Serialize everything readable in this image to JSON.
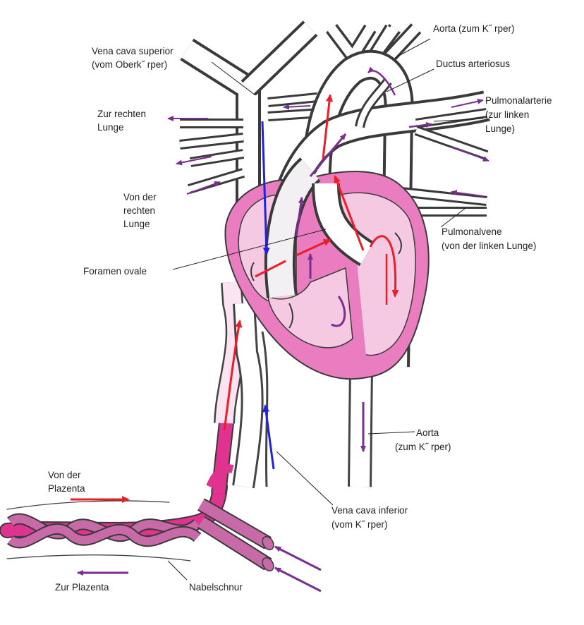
{
  "labels": {
    "vena_cava_superior": [
      "Vena cava superior",
      "(vom Oberk˝ rper)"
    ],
    "zur_rechten_lunge": [
      "Zur rechten",
      "Lunge"
    ],
    "von_der_rechten_lunge": [
      "Von der",
      "rechten",
      "Lunge"
    ],
    "foramen_ovale": [
      "Foramen ovale"
    ],
    "aorta_top": [
      "Aorta (zum K˝ rper)"
    ],
    "ductus_arteriosus": [
      "Ductus arteriosus"
    ],
    "pulmonalarterie": [
      "Pulmonalarterie",
      "(zur linken",
      "Lunge)"
    ],
    "pulmonalvene": [
      "Pulmonalvene",
      "(von der linken Lunge)"
    ],
    "aorta_lower": [
      "Aorta",
      "(zum K˝ rper)"
    ],
    "vena_cava_inferior": [
      "Vena cava inferior",
      "(vom K˝ rper)"
    ],
    "von_der_plazenta": [
      "Von der",
      "Plazenta"
    ],
    "zur_plazenta": [
      "Zur Plazenta"
    ],
    "nabelschnur": [
      "Nabelschnur"
    ]
  },
  "colors": {
    "oxygenated": "#ee1c24",
    "deoxygenated": "#2222dd",
    "mixed": "#7a2e8f",
    "heart_wall": "#e97dc0",
    "heart_chamber": "#f6c9e3",
    "vessel_pink": "#e0338f",
    "vessel_mauve": "#c86aa8",
    "vessel_gray": "#777777",
    "outline": "#3a3a3a"
  }
}
